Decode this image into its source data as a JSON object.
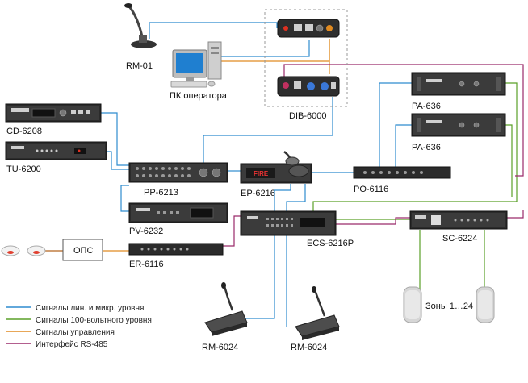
{
  "devices": {
    "rm01": "RM-01",
    "pc": "ПК оператора",
    "dib": "DIB-6000",
    "cd": "CD-6208",
    "tu": "TU-6200",
    "pp": "PP-6213",
    "ep": "EP-6216",
    "po": "PO-6116",
    "pa1": "PA-636",
    "pa2": "PA-636",
    "pv": "PV-6232",
    "ecs": "ECS-6216P",
    "sc": "SC-6224",
    "er": "ER-6116",
    "ops": "ОПС",
    "rm6024a": "RM-6024",
    "rm6024b": "RM-6024",
    "zones": "Зоны 1…24",
    "fire": "FIRE"
  },
  "legend": [
    {
      "label": "Сигналы лин. и микр. уровня",
      "color": "#2f8ccf"
    },
    {
      "label": "Сигналы 100-вольтного уровня",
      "color": "#5aa028"
    },
    {
      "label": "Сигналы управления",
      "color": "#e08a20"
    },
    {
      "label": "Интерфейс RS-485",
      "color": "#9a2a6a"
    }
  ]
}
